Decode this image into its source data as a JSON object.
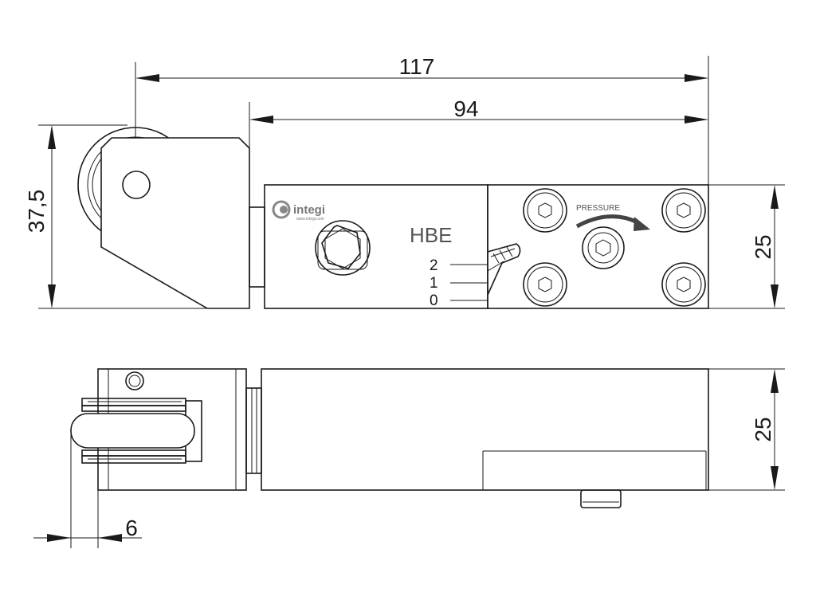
{
  "dimensions": {
    "overall_length": "117",
    "body_length": "94",
    "roller_height": "37,5",
    "body_height_top": "25",
    "body_height_side": "25",
    "roller_offset": "6"
  },
  "labels": {
    "model": "HBE",
    "pressure": "PRESSURE",
    "positions": [
      "2",
      "1",
      "0"
    ]
  },
  "logo": {
    "name": "integi",
    "sub": "www.integi.com"
  }
}
